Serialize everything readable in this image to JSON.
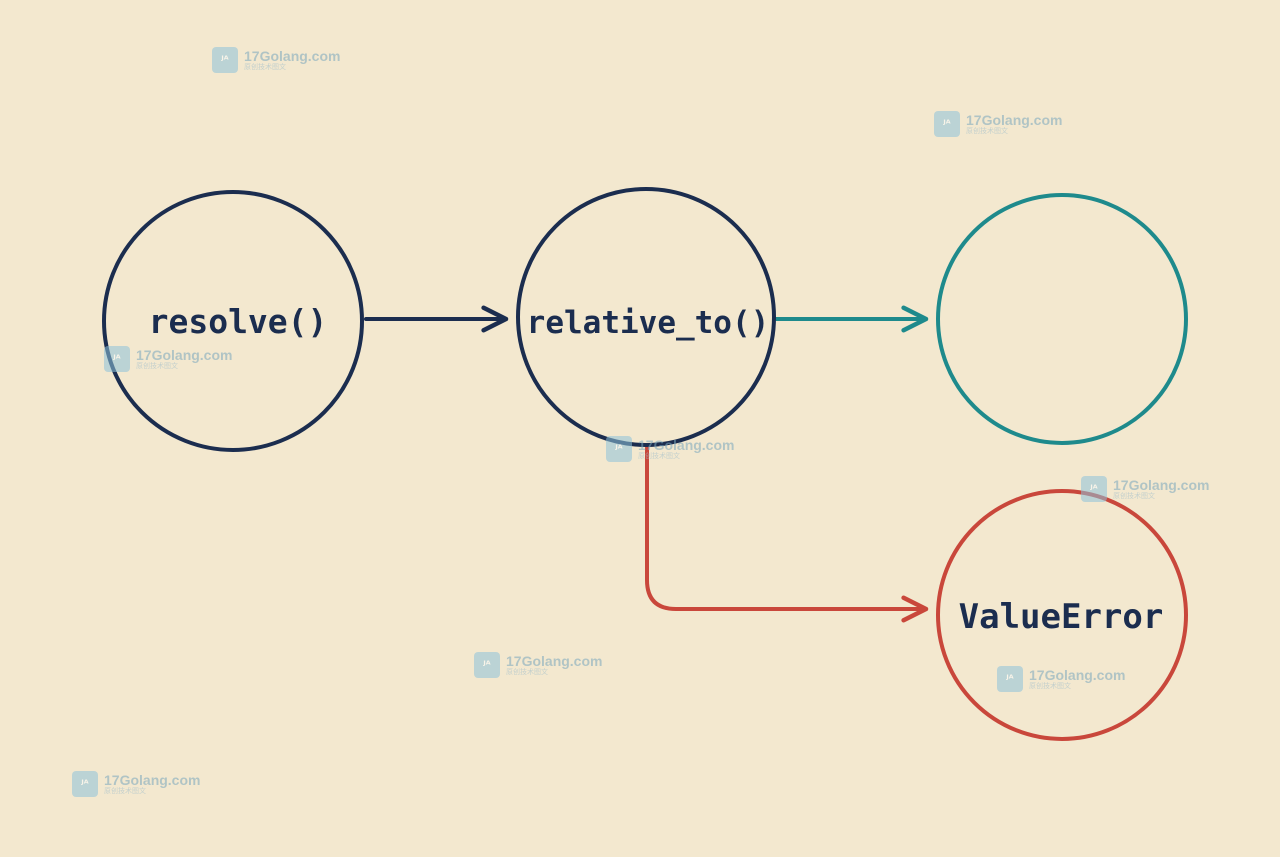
{
  "nodes": {
    "resolve": {
      "label": "resolve()"
    },
    "relative_to": {
      "label": "relative_to()"
    },
    "result": {
      "label": ""
    },
    "error": {
      "label": "ValueError"
    }
  },
  "colors": {
    "background": "#f3e8cf",
    "navy": "#1b2d4f",
    "teal": "#1e8a8c",
    "red": "#c9473b"
  },
  "watermark": {
    "text": "17Golang.com",
    "subtext": "原创技术图文"
  }
}
